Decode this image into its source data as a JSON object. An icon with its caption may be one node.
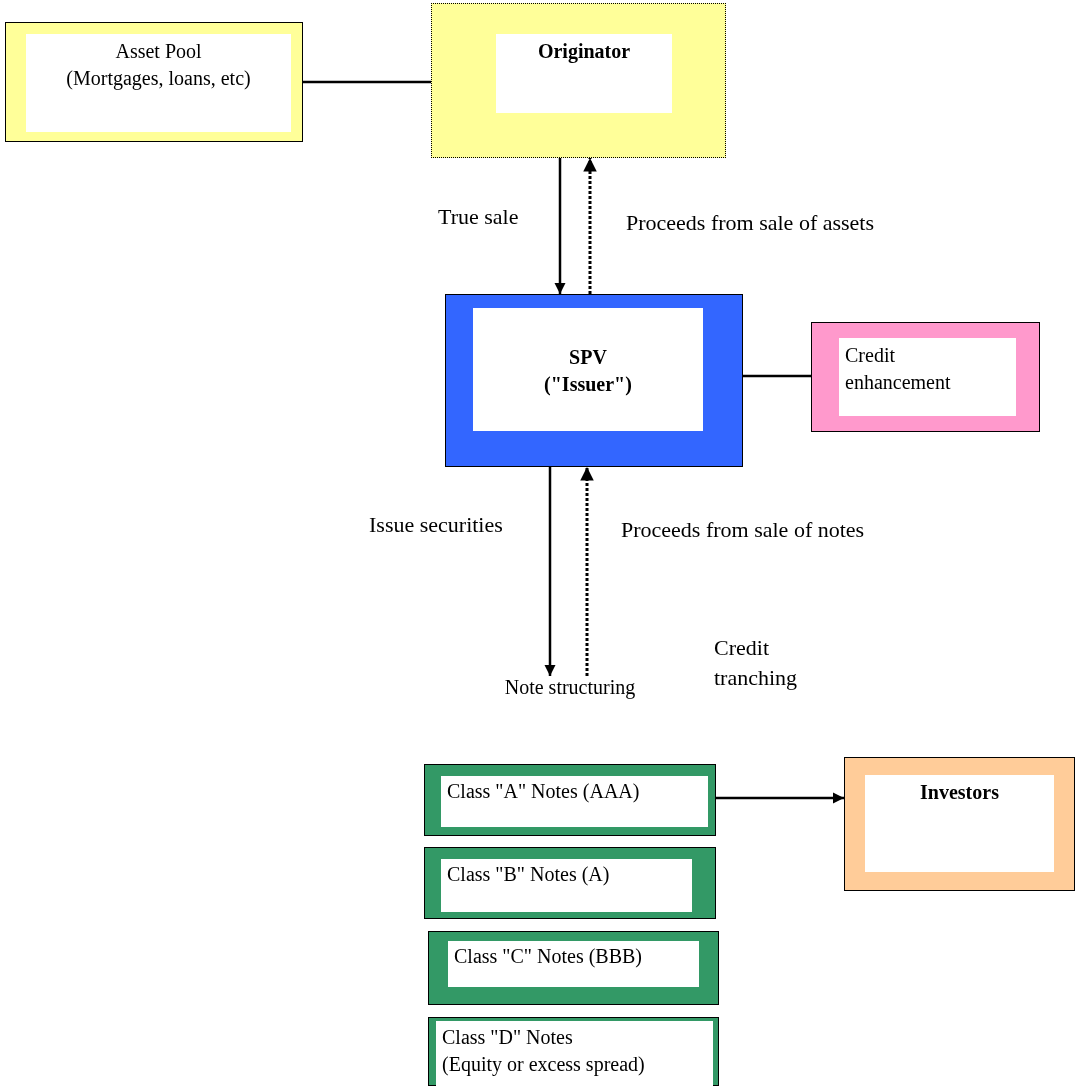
{
  "diagram": {
    "nodes": [
      {
        "text": [
          "Asset Pool",
          "(Mortgages, loans, etc)"
        ]
      },
      {
        "text": [
          "Originator"
        ]
      },
      {
        "text": [
          "SPV (\"Issuer\")"
        ]
      },
      {
        "text": [
          "Credit enhancement"
        ]
      },
      {
        "text": [
          "Note structuring"
        ]
      },
      {
        "text": [
          "Class \"A\" Notes (AAA)"
        ]
      },
      {
        "text": [
          "Class \"B\" Notes (A)"
        ]
      },
      {
        "text": [
          "Class \"C\" Notes (BBB)"
        ]
      },
      {
        "text": [
          "Class \"D\" Notes",
          "(Equity or excess spread)"
        ]
      },
      {
        "text": [
          "Investors"
        ]
      }
    ],
    "edges": [
      {
        "from": 0,
        "to": 1,
        "arrow": "none"
      },
      {
        "from": 1,
        "to": 2,
        "arrow": "to",
        "label": "True sale"
      },
      {
        "from": 2,
        "to": 1,
        "arrow": "to",
        "label": "Proceeds from sale of assets",
        "style": "dashed"
      },
      {
        "from": 2,
        "to": 3,
        "arrow": "none"
      },
      {
        "from": 2,
        "to": 4,
        "arrow": "to",
        "label": "Issue securities"
      },
      {
        "from": 4,
        "to": 2,
        "arrow": "to",
        "label": "Proceeds from sale of notes",
        "style": "dashed"
      },
      {
        "from": 5,
        "to": 9,
        "arrow": "to"
      }
    ],
    "labels": [
      "Credit tranching"
    ]
  }
}
